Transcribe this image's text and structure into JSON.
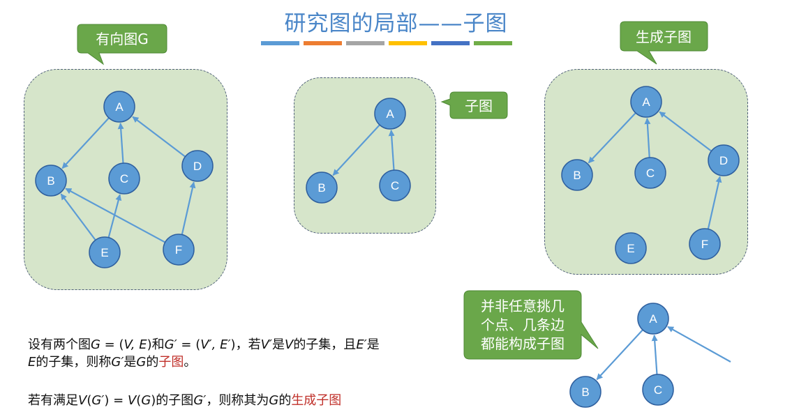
{
  "title": "研究图的局部——子图",
  "colors": {
    "title": "#4a86c8",
    "bar": [
      "#5b9bd5",
      "#ed7d31",
      "#a5a5a5",
      "#ffc000",
      "#4472c4",
      "#70ad47"
    ],
    "node_fill": "#5b9bd5",
    "node_stroke": "#2e5f9e",
    "edge": "#5b9bd5",
    "panel_fill": "#d6e5ca",
    "callout_fill": "#6aa74a",
    "highlight_text": "#c0302a"
  },
  "callouts": {
    "graph_g": "有向图G",
    "subgraph": "子图",
    "spanning": "生成子图",
    "note_line1": "并非任意挑几",
    "note_line2": "个点、几条边",
    "note_line3": "都能构成子图"
  },
  "graph_g": {
    "nodes": [
      "A",
      "B",
      "C",
      "D",
      "E",
      "F"
    ],
    "edges": [
      [
        "A",
        "B"
      ],
      [
        "C",
        "A"
      ],
      [
        "D",
        "A"
      ],
      [
        "E",
        "B"
      ],
      [
        "E",
        "C"
      ],
      [
        "F",
        "B"
      ],
      [
        "F",
        "D"
      ]
    ]
  },
  "subgraph": {
    "nodes": [
      "A",
      "B",
      "C"
    ],
    "edges": [
      [
        "A",
        "B"
      ],
      [
        "C",
        "A"
      ]
    ]
  },
  "spanning_subgraph": {
    "nodes": [
      "A",
      "B",
      "C",
      "D",
      "E",
      "F"
    ],
    "edges": [
      [
        "A",
        "B"
      ],
      [
        "C",
        "A"
      ],
      [
        "D",
        "A"
      ],
      [
        "F",
        "D"
      ]
    ]
  },
  "counter_example": {
    "nodes": [
      "A",
      "B",
      "C"
    ],
    "edges": [
      [
        "A",
        "B"
      ],
      [
        "C",
        "A"
      ],
      [
        "dangling",
        "A"
      ]
    ]
  },
  "text": {
    "def1_p1": "设有两个图",
    "def1_p2": "G",
    "def1_p3": " = (",
    "def1_p4": "V, E",
    "def1_p5": ")和",
    "def1_p6": "G′",
    "def1_p7": " = (",
    "def1_p8": "V′, E′",
    "def1_p9": ")，若",
    "def1_p10": "V′",
    "def1_p11": "是",
    "def1_p12": "V",
    "def1_p13": "的子集，且",
    "def1_p14": "E′",
    "def1_p15": "是",
    "def2_p1": "E",
    "def2_p2": "的子集，则称",
    "def2_p3": "G′",
    "def2_p4": "是",
    "def2_p5": "G",
    "def2_p6": "的",
    "def2_p7": "子图",
    "def2_p8": "。",
    "def3_p1": "若有满足",
    "def3_p2": "V",
    "def3_p3": "(",
    "def3_p4": "G′",
    "def3_p5": ") = ",
    "def3_p6": "V",
    "def3_p7": "(",
    "def3_p8": "G",
    "def3_p9": ")的子图",
    "def3_p10": "G′",
    "def3_p11": "，则称其为",
    "def3_p12": "G",
    "def3_p13": "的",
    "def3_p14": "生成子图"
  }
}
